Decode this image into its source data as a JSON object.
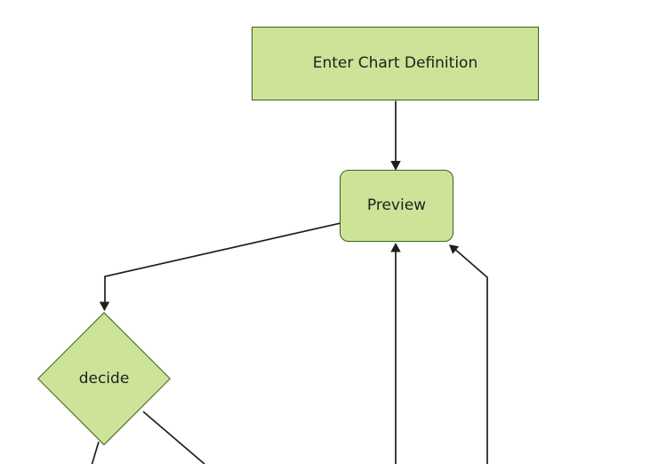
{
  "diagram": {
    "type": "flowchart",
    "nodes": [
      {
        "id": "A",
        "label": "Enter Chart Definition",
        "shape": "rectangle"
      },
      {
        "id": "B",
        "label": "Preview",
        "shape": "rounded-rectangle"
      },
      {
        "id": "C",
        "label": "decide",
        "shape": "diamond"
      }
    ],
    "edges": [
      {
        "from": "Enter Chart Definition",
        "to": "Preview",
        "arrowhead": true
      },
      {
        "from": "Preview",
        "to": "decide",
        "arrowhead": true
      },
      {
        "from": "below-viewport-center",
        "to": "Preview",
        "arrowhead": true
      },
      {
        "from": "below-viewport-right",
        "to": "Preview",
        "arrowhead": true
      },
      {
        "from": "decide",
        "to": "below-viewport-left",
        "arrowhead": false
      },
      {
        "from": "decide",
        "to": "below-viewport-right",
        "arrowhead": false
      }
    ],
    "colors": {
      "node_fill": "#cde498",
      "node_border": "#38621c",
      "edge_line": "#1f1f1f",
      "text": "#1f1f1f",
      "background": "#ffffff"
    }
  }
}
